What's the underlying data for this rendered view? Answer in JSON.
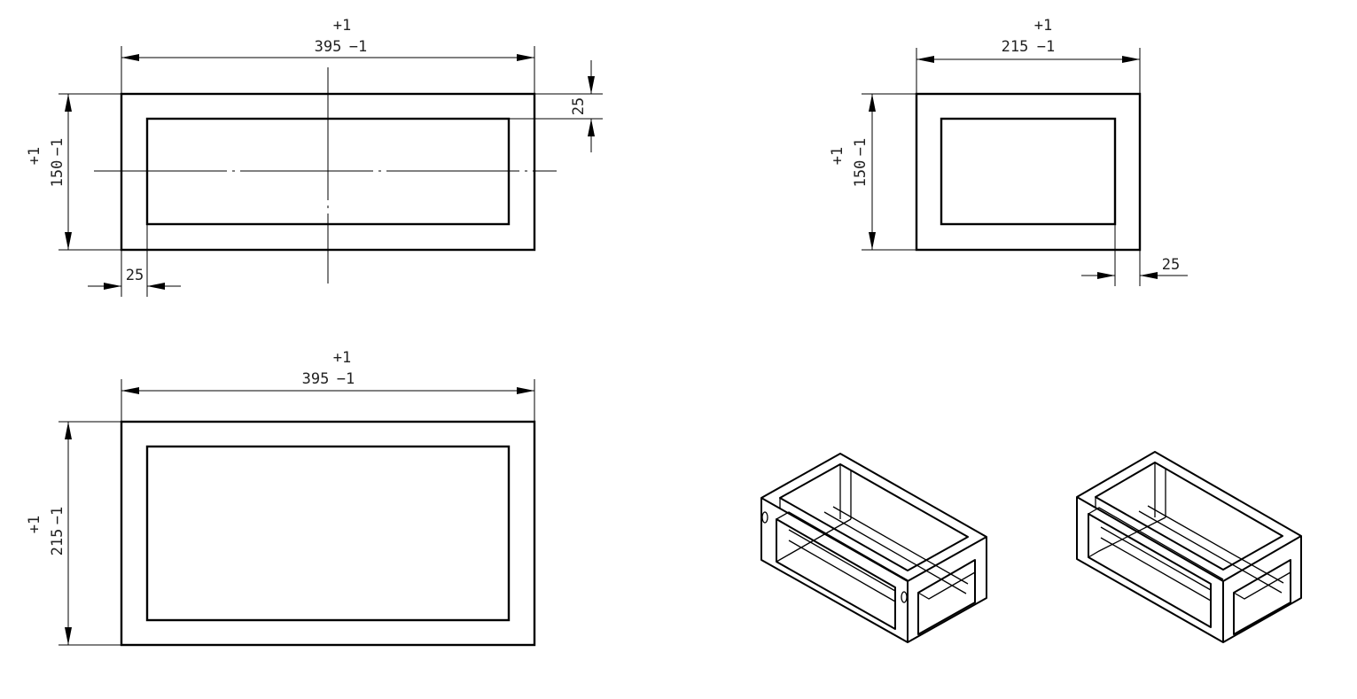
{
  "views": {
    "front": {
      "width": {
        "value": "395",
        "tol_plus": "+1",
        "tol_minus": "−1"
      },
      "height": {
        "value": "150",
        "tol_plus": "+1",
        "tol_minus": "−1"
      },
      "thickness_right": "25",
      "thickness_bottom": "25"
    },
    "side": {
      "width": {
        "value": "215",
        "tol_plus": "+1",
        "tol_minus": "−1"
      },
      "height": {
        "value": "150",
        "tol_plus": "+1",
        "tol_minus": "−1"
      },
      "thickness": "25"
    },
    "top": {
      "width": {
        "value": "395",
        "tol_plus": "+1",
        "tol_minus": "−1"
      },
      "height": {
        "value": "215",
        "tol_plus": "+1",
        "tol_minus": "−1"
      }
    }
  }
}
